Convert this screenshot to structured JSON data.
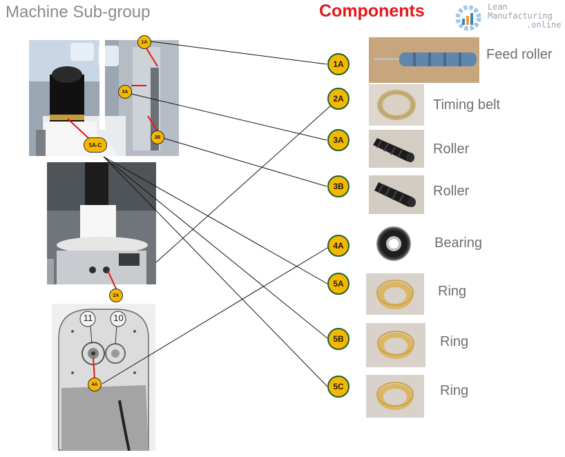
{
  "header": {
    "left_title": "Machine Sub-group",
    "right_title": "Components",
    "logo_line1": "Lean",
    "logo_line2": "Manufacturing",
    "logo_line3": ".online"
  },
  "photo_callouts": {
    "c1a": "1A",
    "c3a": "3A",
    "c3b": "3B",
    "c5ac": "5A-C",
    "c2a": "2A",
    "c4a": "4A",
    "num11": "11",
    "num10": "10"
  },
  "components": [
    {
      "badge": "1A",
      "label": "Feed roller"
    },
    {
      "badge": "2A",
      "label": "Timing belt"
    },
    {
      "badge": "3A",
      "label": "Roller"
    },
    {
      "badge": "3B",
      "label": "Roller"
    },
    {
      "badge": "4A",
      "label": "Bearing"
    },
    {
      "badge": "5A",
      "label": "Ring"
    },
    {
      "badge": "5B",
      "label": "Ring"
    },
    {
      "badge": "5C",
      "label": "Ring"
    }
  ],
  "colors": {
    "title_red": "#e8151b",
    "title_gray": "#8a8a8a",
    "badge_fill": "#f5b800",
    "badge_border": "#1f5e2e",
    "roller_blue": "#5f87ad",
    "ring_tan": "#dcb664"
  }
}
